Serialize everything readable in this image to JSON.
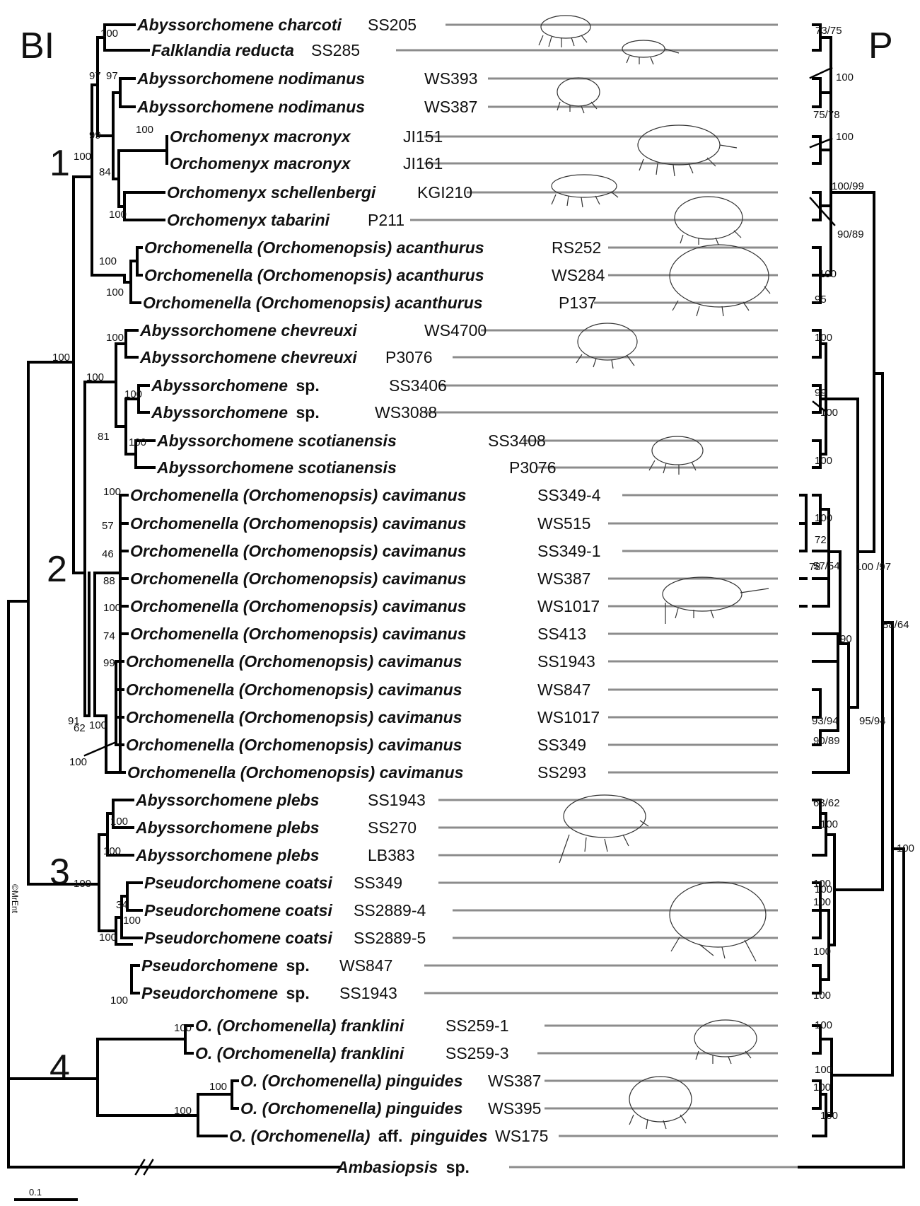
{
  "panels": {
    "left": "BI",
    "right": "P"
  },
  "clade_numbers": [
    "1",
    "2",
    "3",
    "4"
  ],
  "copyright": "©MrEnt",
  "scale_bar": {
    "label": "0.1"
  },
  "taxa": [
    {
      "name": "Abyssorchomene charcoti",
      "qualifier": "",
      "code": "SS205"
    },
    {
      "name": "Falklandia reducta",
      "qualifier": "",
      "code": "SS285"
    },
    {
      "name": "Abyssorchomene nodimanus",
      "qualifier": "",
      "code": "WS393"
    },
    {
      "name": "Abyssorchomene nodimanus",
      "qualifier": "",
      "code": "WS387"
    },
    {
      "name": "Orchomenyx macronyx",
      "qualifier": "",
      "code": "JI151"
    },
    {
      "name": "Orchomenyx macronyx",
      "qualifier": "",
      "code": "JI161"
    },
    {
      "name": "Orchomenyx schellenbergi",
      "qualifier": "",
      "code": "KGI210"
    },
    {
      "name": "Orchomenyx tabarini",
      "qualifier": "",
      "code": "P211"
    },
    {
      "name": "Orchomenella (Orchomenopsis) acanthurus",
      "qualifier": "",
      "code": "RS252"
    },
    {
      "name": "Orchomenella (Orchomenopsis) acanthurus",
      "qualifier": "",
      "code": "WS284"
    },
    {
      "name": "Orchomenella (Orchomenopsis) acanthurus",
      "qualifier": "",
      "code": "P137"
    },
    {
      "name": "Abyssorchomene chevreuxi",
      "qualifier": "",
      "code": "WS4700"
    },
    {
      "name": "Abyssorchomene chevreuxi",
      "qualifier": "",
      "code": "P3076"
    },
    {
      "name": "Abyssorchomene",
      "qualifier": "sp.",
      "code": "SS3406"
    },
    {
      "name": "Abyssorchomene",
      "qualifier": "sp.",
      "code": "WS3088"
    },
    {
      "name": "Abyssorchomene scotianensis",
      "qualifier": "",
      "code": "SS3408"
    },
    {
      "name": "Abyssorchomene scotianensis",
      "qualifier": "",
      "code": "P3076"
    },
    {
      "name": "Orchomenella (Orchomenopsis) cavimanus",
      "qualifier": "",
      "code": "SS349-4"
    },
    {
      "name": "Orchomenella (Orchomenopsis) cavimanus",
      "qualifier": "",
      "code": "WS515"
    },
    {
      "name": "Orchomenella (Orchomenopsis) cavimanus",
      "qualifier": "",
      "code": "SS349-1"
    },
    {
      "name": "Orchomenella (Orchomenopsis) cavimanus",
      "qualifier": "",
      "code": "WS387"
    },
    {
      "name": "Orchomenella (Orchomenopsis) cavimanus",
      "qualifier": "",
      "code": "WS1017"
    },
    {
      "name": "Orchomenella (Orchomenopsis) cavimanus",
      "qualifier": "",
      "code": "SS413"
    },
    {
      "name": "Orchomenella (Orchomenopsis) cavimanus",
      "qualifier": "",
      "code": "SS1943"
    },
    {
      "name": "Orchomenella (Orchomenopsis) cavimanus",
      "qualifier": "",
      "code": "WS847"
    },
    {
      "name": "Orchomenella (Orchomenopsis) cavimanus",
      "qualifier": "",
      "code": "WS1017"
    },
    {
      "name": "Orchomenella (Orchomenopsis) cavimanus",
      "qualifier": "",
      "code": "SS349"
    },
    {
      "name": "Orchomenella (Orchomenopsis) cavimanus",
      "qualifier": "",
      "code": "SS293"
    },
    {
      "name": "Abyssorchomene plebs",
      "qualifier": "",
      "code": "SS1943"
    },
    {
      "name": "Abyssorchomene plebs",
      "qualifier": "",
      "code": "SS270"
    },
    {
      "name": "Abyssorchomene plebs",
      "qualifier": "",
      "code": "LB383"
    },
    {
      "name": "Pseudorchomene coatsi",
      "qualifier": "",
      "code": "SS349"
    },
    {
      "name": "Pseudorchomene coatsi",
      "qualifier": "",
      "code": "SS2889-4"
    },
    {
      "name": "Pseudorchomene coatsi",
      "qualifier": "",
      "code": "SS2889-5"
    },
    {
      "name": "Pseudorchomene",
      "qualifier": "sp.",
      "code": "WS847"
    },
    {
      "name": "Pseudorchomene",
      "qualifier": "sp.",
      "code": "SS1943"
    },
    {
      "name": "O. (Orchomenella) franklini",
      "qualifier": "",
      "code": "SS259-1"
    },
    {
      "name": "O. (Orchomenella) franklini",
      "qualifier": "",
      "code": "SS259-3"
    },
    {
      "name": "O. (Orchomenella) pinguides",
      "qualifier": "",
      "code": "WS387"
    },
    {
      "name": "O. (Orchomenella) pinguides",
      "qualifier": "",
      "code": "WS395"
    },
    {
      "name": "O. (Orchomenella)",
      "qualifier": "aff.",
      "code": "WS175",
      "epithet": "pinguides"
    },
    {
      "name": "Ambasiopsis",
      "qualifier": "sp.",
      "code": ""
    }
  ],
  "bi_support": [
    "100",
    "97",
    "97",
    "99",
    "100",
    "84",
    "100",
    "100",
    "100",
    "100",
    "100",
    "100",
    "100",
    "100",
    "81",
    "100",
    "100",
    "57",
    "46",
    "88",
    "100",
    "74",
    "99",
    "91",
    "100",
    "100",
    "62",
    "100",
    "100",
    "100",
    "34",
    "100",
    "100",
    "100",
    "100",
    "100",
    "100"
  ],
  "p_support": [
    "73/75",
    "100",
    "75/78",
    "100",
    "100/99",
    "90/89",
    "100",
    "95",
    "100",
    "99",
    "100",
    "100",
    "100",
    "72",
    "78",
    "57/54",
    "100 /97",
    "90",
    "93/94",
    "95/94",
    "90/89",
    "88/64",
    "63/62",
    "100",
    "100",
    "100",
    "100",
    "100",
    "100",
    "100",
    "100",
    "100",
    "100",
    "100"
  ]
}
